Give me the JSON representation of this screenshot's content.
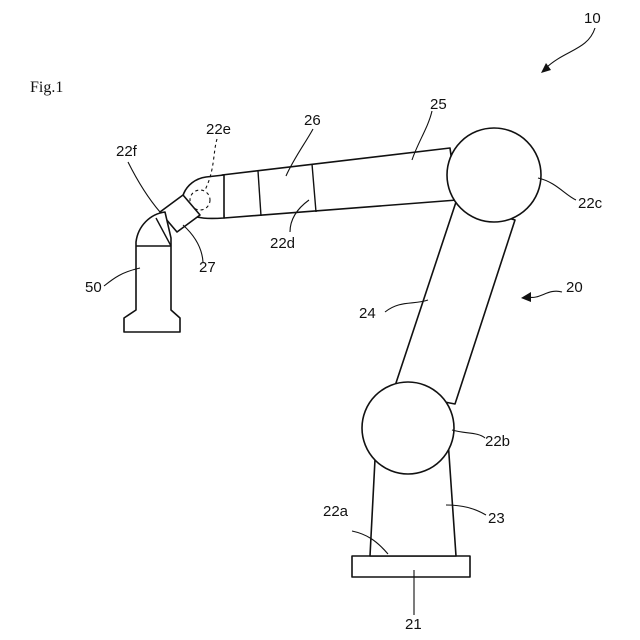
{
  "figure": {
    "title": "Fig.1",
    "labels": {
      "system": "10",
      "robot": "20",
      "base": "21",
      "joint_a": "22a",
      "joint_b": "22b",
      "joint_c": "22c",
      "joint_d": "22d",
      "joint_e": "22e",
      "joint_f": "22f",
      "link_23": "23",
      "link_24": "24",
      "link_25": "25",
      "link_26": "26",
      "link_27": "27",
      "tool": "50"
    }
  }
}
